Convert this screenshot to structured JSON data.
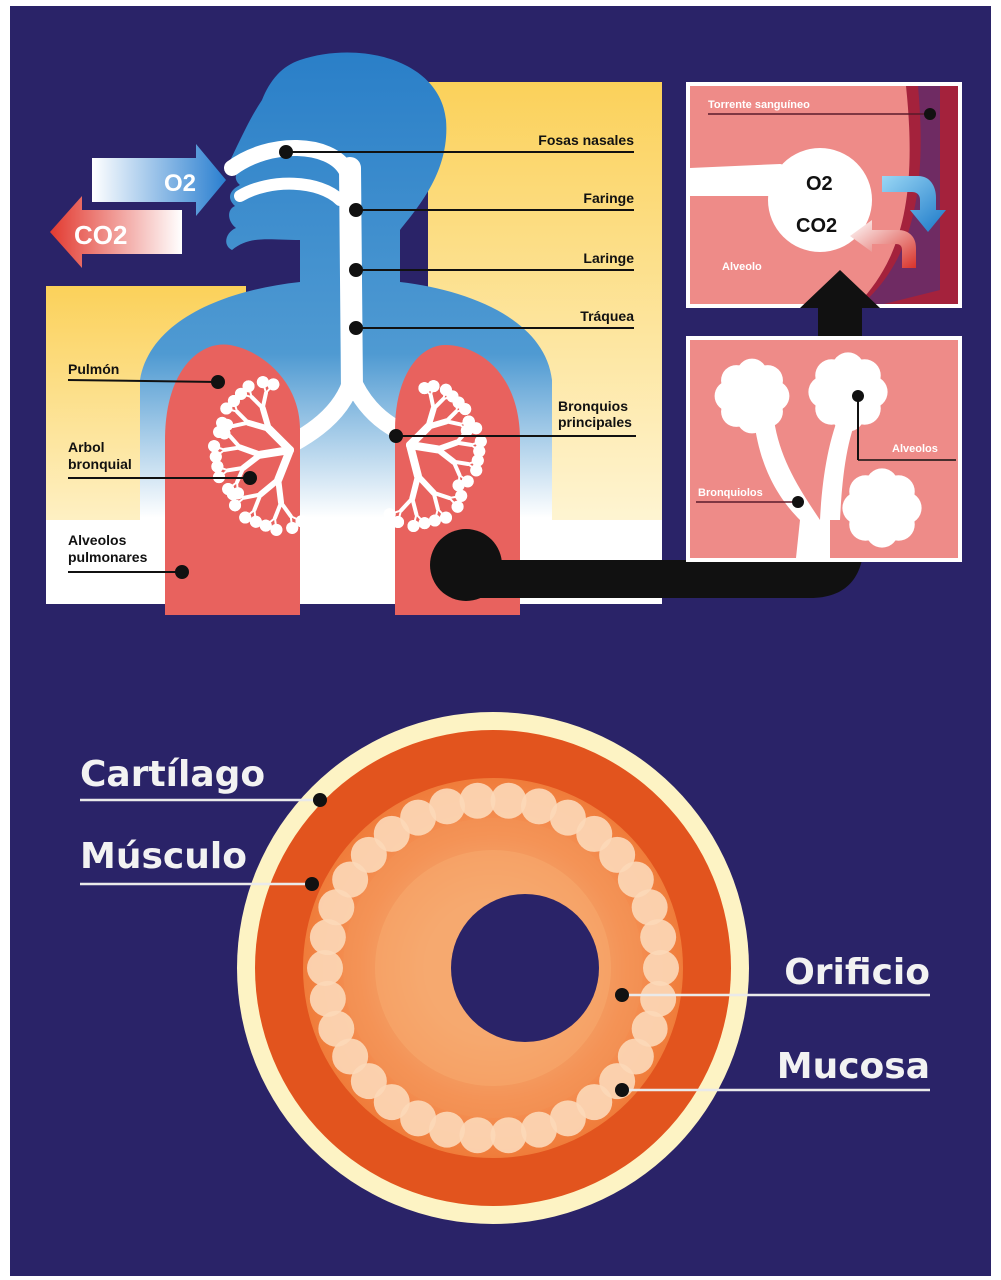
{
  "top": {
    "gases": {
      "in": "O2",
      "out": "CO2"
    },
    "labels": {
      "fosas": "Fosas nasales",
      "faringe": "Faringe",
      "laringe": "Laringe",
      "traquea": "Tráquea",
      "pulmon": "Pulmón",
      "arbol_1": "Arbol",
      "arbol_2": "bronquial",
      "bronquios_1": "Bronquios",
      "bronquios_2": "principales",
      "alveolos_1": "Alveolos",
      "alveolos_2": "pulmonares"
    },
    "inset_top": {
      "torrente": "Torrente sanguíneo",
      "alveolo": "Alveolo",
      "o2": "O2",
      "co2": "CO2"
    },
    "inset_bottom": {
      "alveolos": "Alveolos",
      "bronquiolos": "Bronquiolos"
    }
  },
  "bottom": {
    "labels": {
      "cartilago": "Cartílago",
      "musculo": "Músculo",
      "orificio": "Orificio",
      "mucosa": "Mucosa"
    }
  },
  "colors": {
    "background": "#2a2368",
    "blue": "#2a7fc8",
    "lung": "#e8625e",
    "yellow": "#fbd96a",
    "cream": "#fdf3c4",
    "muscle": "#e2541e",
    "mucosa": "#f89a60",
    "inset_pink": "#ee8b88"
  }
}
